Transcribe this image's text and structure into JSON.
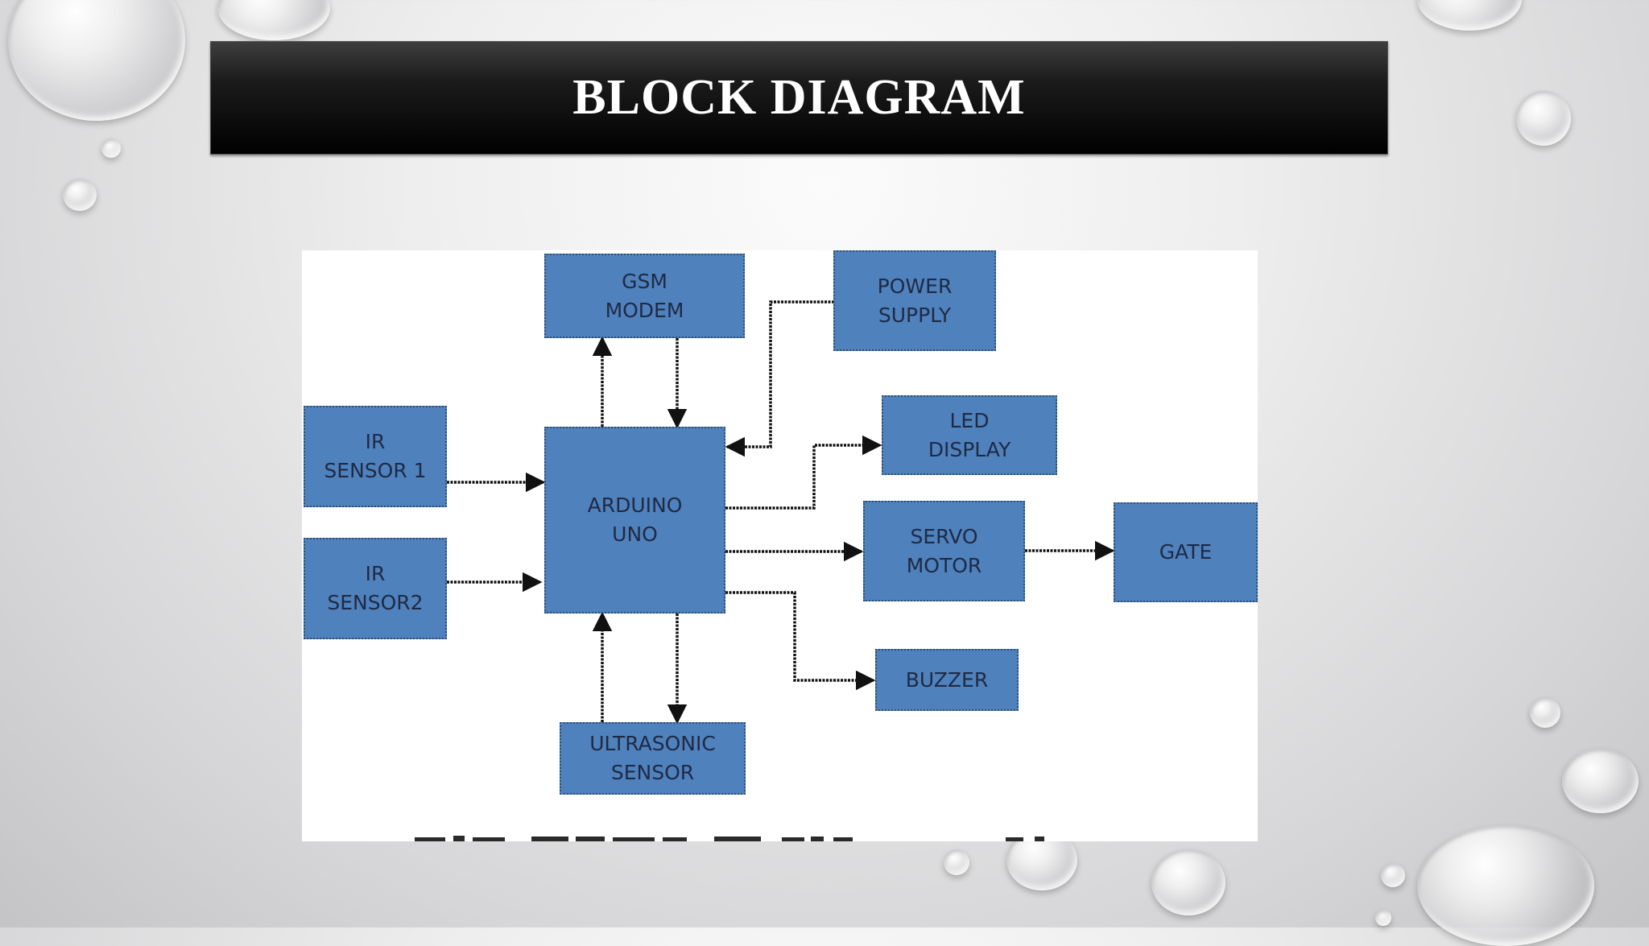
{
  "slide": {
    "title": "BLOCK DIAGRAM"
  },
  "diagram": {
    "blocks": {
      "gsm_modem": "GSM\nMODEM",
      "power_supply": "POWER\nSUPPLY",
      "ir_sensor_1": "IR\nSENSOR 1",
      "ir_sensor_2": "IR\nSENSOR2",
      "arduino_uno": "ARDUINO\nUNO",
      "led_display": "LED\nDISPLAY",
      "servo_motor": "SERVO\nMOTOR",
      "gate": "GATE",
      "buzzer": "BUZZER",
      "ultrasonic_sensor": "ULTRASONIC\nSENSOR"
    },
    "block_color": "#4f81bd",
    "connections": [
      {
        "from": "arduino_uno",
        "to": "gsm_modem"
      },
      {
        "from": "gsm_modem",
        "to": "arduino_uno"
      },
      {
        "from": "power_supply",
        "to": "arduino_uno"
      },
      {
        "from": "ir_sensor_1",
        "to": "arduino_uno"
      },
      {
        "from": "ir_sensor_2",
        "to": "arduino_uno"
      },
      {
        "from": "arduino_uno",
        "to": "led_display"
      },
      {
        "from": "arduino_uno",
        "to": "servo_motor"
      },
      {
        "from": "servo_motor",
        "to": "gate"
      },
      {
        "from": "arduino_uno",
        "to": "buzzer"
      },
      {
        "from": "ultrasonic_sensor",
        "to": "arduino_uno"
      },
      {
        "from": "arduino_uno",
        "to": "ultrasonic_sensor"
      }
    ]
  }
}
